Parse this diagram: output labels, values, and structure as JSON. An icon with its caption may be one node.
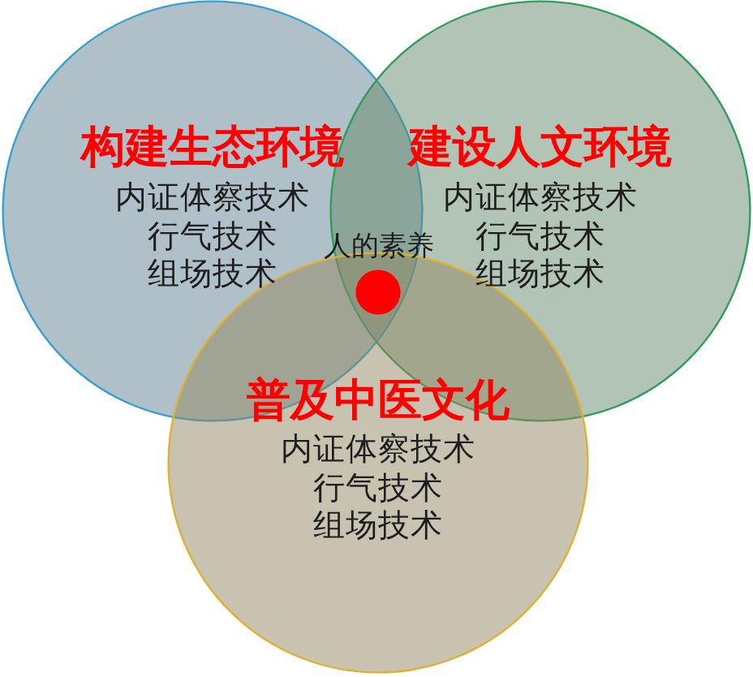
{
  "diagram": {
    "nodes": [
      {
        "text": [
          "构建生态环境",
          "内证体察技术",
          "行气技术",
          "组场技术"
        ]
      },
      {
        "text": [
          "建设人文环境",
          "内证体察技术",
          "行气技术",
          "组场技术"
        ]
      },
      {
        "text": [
          "普及中医文化",
          "内证体察技术",
          "行气技术",
          "组场技术"
        ]
      },
      {
        "text": [],
        "shape": "circle",
        "beside": [
          "人的素养"
        ]
      }
    ]
  }
}
